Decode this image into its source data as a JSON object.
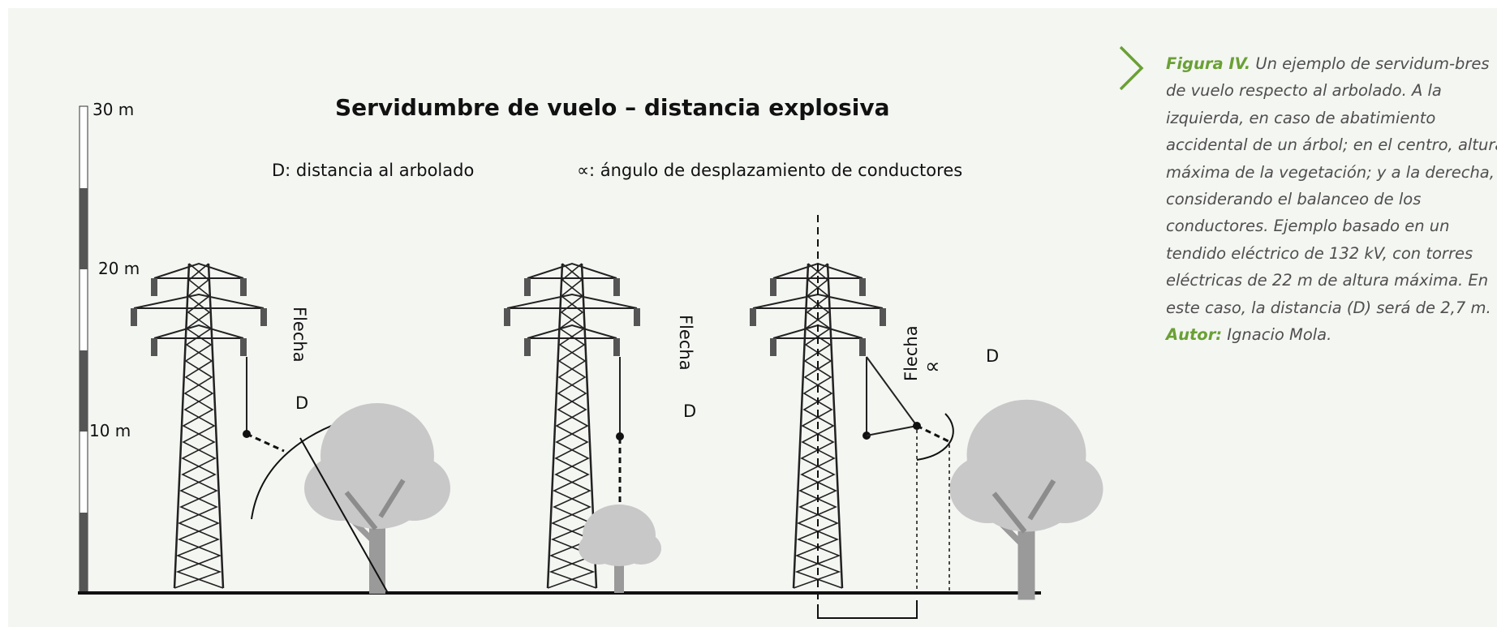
{
  "diagram": {
    "title": "Servidumbre de vuelo – distancia explosiva",
    "legend_distance": "D: distancia al arbolado",
    "legend_angle": "∝:  ángulo de desplazamiento de conductores",
    "scale_labels": {
      "top": "30 m",
      "mid": "20 m",
      "low": "10 m"
    },
    "sag_label": "Flecha",
    "distance_label": "D",
    "angle_symbol": "∝"
  },
  "caption": {
    "figure_label": "Figura IV.",
    "text": " Un ejemplo de servidum-bres de vuelo respecto al arbolado. A la izquierda, en caso de abatimiento accidental de un árbol; en el centro, altura máxima de la vegetación; y a la derecha, considerando el balanceo de los conductores. Ejemplo basado en un tendido eléctrico de 132 kV, con torres eléctricas de 22 m de altura máxima. En este caso, la distancia (D) será de 2,7 m. ",
    "author_label": "Autor:",
    "author_name": " Ignacio Mola."
  },
  "colors": {
    "accent": "#6aa035",
    "caption_text": "#4f4f4f",
    "panel_bg": "#f4f6f2",
    "tree": "#c8c8c8",
    "trunk": "#9a9a9a"
  }
}
